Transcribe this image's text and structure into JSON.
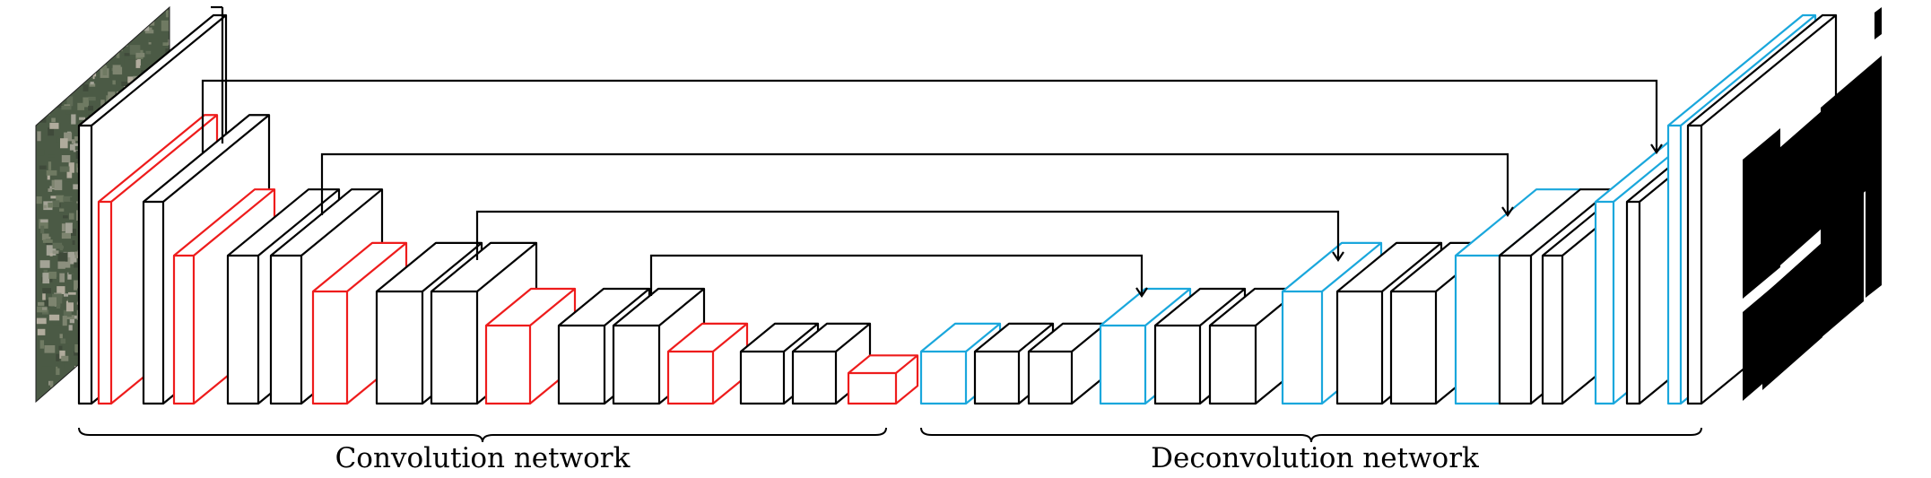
{
  "labels": {
    "encoder": "Convolution network",
    "decoder": "Deconvolution network"
  },
  "colors": {
    "conv": "#000000",
    "pool": "#ee1c1c",
    "unpool": "#1aa7dc",
    "image_texture": [
      "#4b5a45",
      "#6f7a62",
      "#8c8f7e",
      "#a3a396",
      "#5e6b55",
      "#7d846f",
      "#b0ab9c",
      "#3f4a3a"
    ]
  },
  "icons": {
    "input": "aerial-image-icon",
    "output": "segmentation-mask-icon",
    "skip": "skip-connection-arrow"
  }
}
